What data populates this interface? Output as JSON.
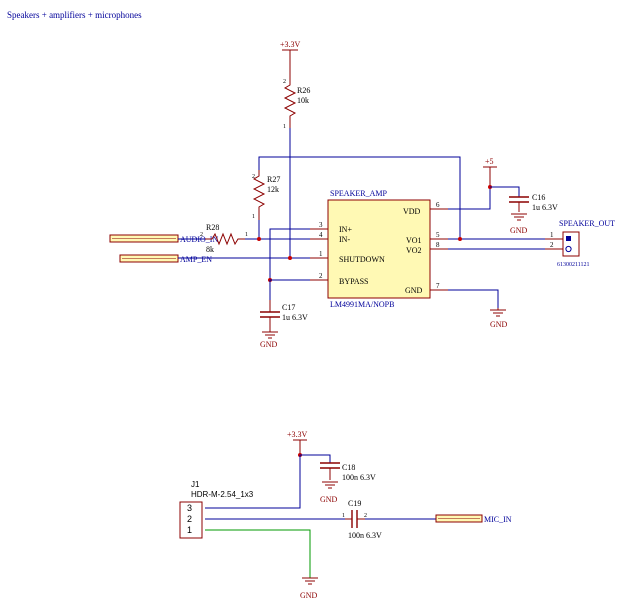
{
  "sheet_title": "Speakers + amplifiers + microphones",
  "colors": {
    "wire": "#00009a",
    "component": "#8c0000",
    "label_text": "#00009a",
    "power_text": "#8c0000",
    "ic_fill": "#fff9b4",
    "port_fill": "#fff9b4",
    "ground_wire": "#009a00",
    "junction": "#c80000"
  },
  "amp": {
    "refdes": "SPEAKER_AMP",
    "part": "LM4991MA/NOPB",
    "pins_left": [
      {
        "num": "3",
        "name": "IN+"
      },
      {
        "num": "4",
        "name": "IN-"
      },
      {
        "num": "1",
        "name": "SHUTDOWN"
      },
      {
        "num": "2",
        "name": "BYPASS"
      }
    ],
    "pins_right": [
      {
        "num": "6",
        "name": "VDD"
      },
      {
        "num": "5",
        "name": "VO1"
      },
      {
        "num": "8",
        "name": "VO2"
      },
      {
        "num": "7",
        "name": "GND"
      }
    ]
  },
  "r26": {
    "ref": "R26",
    "value": "10k",
    "pin_top": "2",
    "pin_bottom": "1"
  },
  "r27": {
    "ref": "R27",
    "value": "12k",
    "pin_top": "2",
    "pin_bottom": "1"
  },
  "r28": {
    "ref": "R28",
    "value": "8k",
    "pin_left": "2",
    "pin_right": "1"
  },
  "c16": {
    "ref": "C16",
    "value": "1u 6.3V"
  },
  "c17": {
    "ref": "C17",
    "value": "1u 6.3V"
  },
  "c18": {
    "ref": "C18",
    "value": "100n 6.3V"
  },
  "c19": {
    "ref": "C19",
    "value": "100n 6.3V",
    "pin_left": "1",
    "pin_right": "2"
  },
  "power": {
    "v33_top": "+3.3V",
    "v5": "+5",
    "v33_bottom": "+3.3V",
    "gnd": "GND"
  },
  "speaker_out": {
    "name": "SPEAKER_OUT",
    "part": "61300211121",
    "pin1": "1",
    "pin2": "2"
  },
  "ports": {
    "audio_in": "AUDIO_IN",
    "amp_en": "AMP_EN",
    "mic_in": "MIC_IN"
  },
  "j1": {
    "ref": "J1",
    "part": "HDR-M-2.54_1x3",
    "pins": [
      "3",
      "2",
      "1"
    ]
  }
}
